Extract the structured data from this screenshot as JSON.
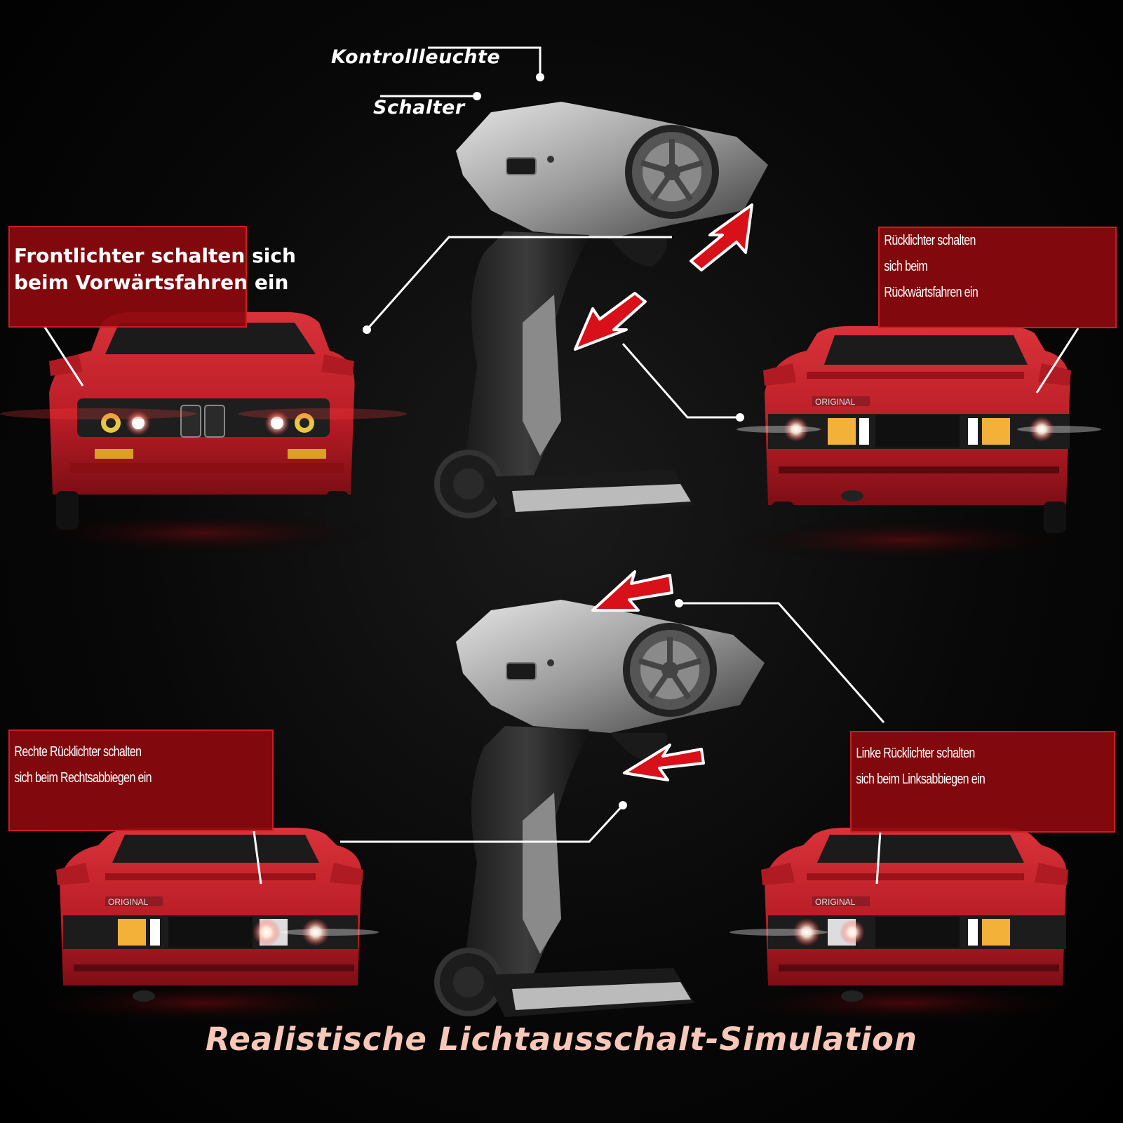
{
  "controller_labels": {
    "indicator": "Kontrollleuchte",
    "switch": "Schalter"
  },
  "callouts": {
    "front_lights": {
      "line1": "Frontlichter schalten sich",
      "line2": "beim Vorwärtsfahren ein"
    },
    "reverse_lights": {
      "line1": "Rücklichter schalten",
      "line2": "sich beim",
      "line3": "Rückwärtsfahren ein"
    },
    "right_turn": {
      "line1": "Rechte Rücklichter schalten",
      "line2": "sich beim Rechtsabbiegen ein"
    },
    "left_turn": {
      "line1": "Linke Rücklichter schalten",
      "line2": "sich beim Linksabbiegen ein"
    }
  },
  "car_badge": "ORIGINAL",
  "footer_title": "Realistische Lichtausschalt-Simulation",
  "colors": {
    "car_red": "#c8202a",
    "callout_red": "#8c0a0e",
    "arrow_red": "#d8101a",
    "footer_text": "#f7c7b8"
  }
}
